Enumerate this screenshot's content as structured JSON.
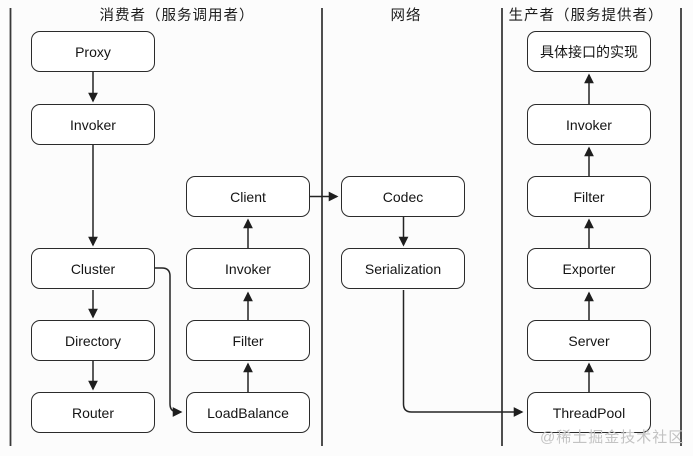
{
  "sections": [
    {
      "id": "consumer",
      "title": "消费者（服务调用者）"
    },
    {
      "id": "network",
      "title": "网络"
    },
    {
      "id": "provider",
      "title": "生产者（服务提供者）"
    }
  ],
  "nodes": [
    {
      "id": "proxy",
      "label": "Proxy",
      "section": "consumer"
    },
    {
      "id": "consumer-invoker",
      "label": "Invoker",
      "section": "consumer"
    },
    {
      "id": "cluster",
      "label": "Cluster",
      "section": "consumer"
    },
    {
      "id": "directory",
      "label": "Directory",
      "section": "consumer"
    },
    {
      "id": "router",
      "label": "Router",
      "section": "consumer"
    },
    {
      "id": "client",
      "label": "Client",
      "section": "consumer"
    },
    {
      "id": "consumer-invoker-2",
      "label": "Invoker",
      "section": "consumer"
    },
    {
      "id": "consumer-filter",
      "label": "Filter",
      "section": "consumer"
    },
    {
      "id": "loadbalance",
      "label": "LoadBalance",
      "section": "consumer"
    },
    {
      "id": "codec",
      "label": "Codec",
      "section": "network"
    },
    {
      "id": "serialization",
      "label": "Serialization",
      "section": "network"
    },
    {
      "id": "impl",
      "label": "具体接口的实现",
      "section": "provider"
    },
    {
      "id": "provider-invoker",
      "label": "Invoker",
      "section": "provider"
    },
    {
      "id": "provider-filter",
      "label": "Filter",
      "section": "provider"
    },
    {
      "id": "exporter",
      "label": "Exporter",
      "section": "provider"
    },
    {
      "id": "server",
      "label": "Server",
      "section": "provider"
    },
    {
      "id": "threadpool",
      "label": "ThreadPool",
      "section": "provider"
    }
  ],
  "edges": [
    {
      "from": "proxy",
      "to": "consumer-invoker",
      "direction": "down"
    },
    {
      "from": "consumer-invoker",
      "to": "cluster",
      "direction": "down"
    },
    {
      "from": "cluster",
      "to": "directory",
      "direction": "down"
    },
    {
      "from": "directory",
      "to": "router",
      "direction": "down"
    },
    {
      "from": "cluster",
      "to": "loadbalance",
      "direction": "elbow-right-down"
    },
    {
      "from": "loadbalance",
      "to": "consumer-filter",
      "direction": "up"
    },
    {
      "from": "consumer-filter",
      "to": "consumer-invoker-2",
      "direction": "up"
    },
    {
      "from": "consumer-invoker-2",
      "to": "client",
      "direction": "up"
    },
    {
      "from": "client",
      "to": "codec",
      "direction": "right"
    },
    {
      "from": "codec",
      "to": "serialization",
      "direction": "down"
    },
    {
      "from": "serialization",
      "to": "threadpool",
      "direction": "elbow-down-right"
    },
    {
      "from": "threadpool",
      "to": "server",
      "direction": "up"
    },
    {
      "from": "server",
      "to": "exporter",
      "direction": "up"
    },
    {
      "from": "exporter",
      "to": "provider-filter",
      "direction": "up"
    },
    {
      "from": "provider-filter",
      "to": "provider-invoker",
      "direction": "up"
    },
    {
      "from": "provider-invoker",
      "to": "impl",
      "direction": "up"
    }
  ],
  "watermark": "@稀土掘金技术社区",
  "colors": {
    "line": "#2b2b2b",
    "box_border": "#2b2b2b",
    "box_fill": "#ffffff",
    "text": "#141414",
    "watermark": "#c3c3c3",
    "background": "#fcfcfc"
  }
}
